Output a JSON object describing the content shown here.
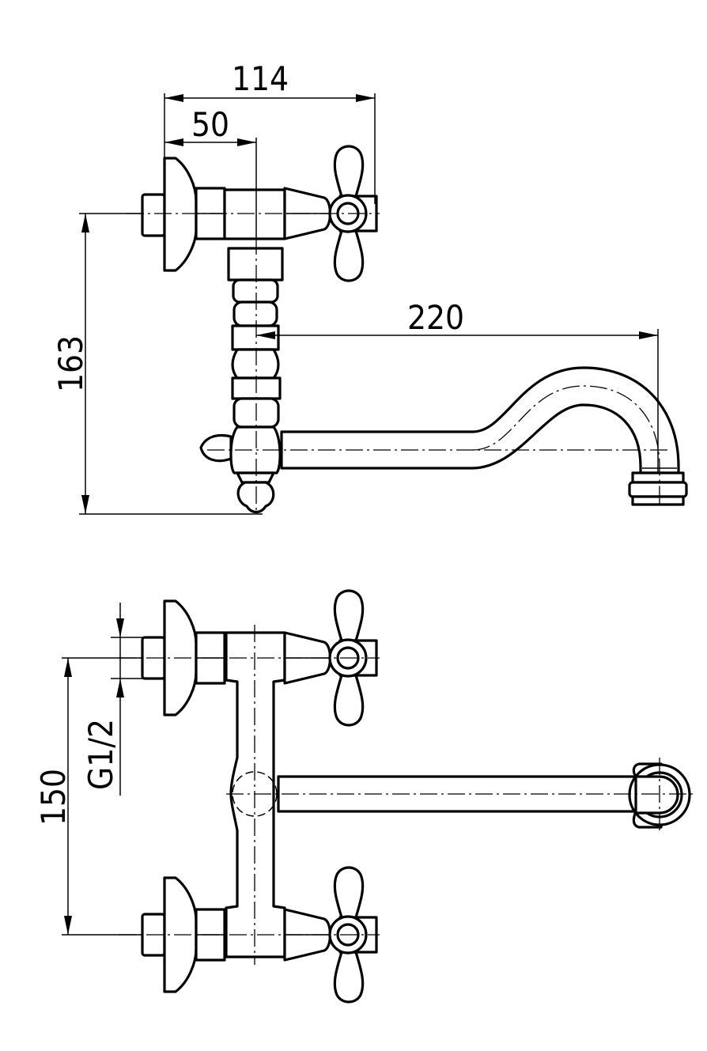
{
  "dimensions": {
    "width_total": "114",
    "handle_offset": "50",
    "spout_reach": "220",
    "height_side": "163",
    "inlet_spacing": "150",
    "thread": "G1/2"
  },
  "views": {
    "side": "side-view",
    "front": "front-view"
  }
}
